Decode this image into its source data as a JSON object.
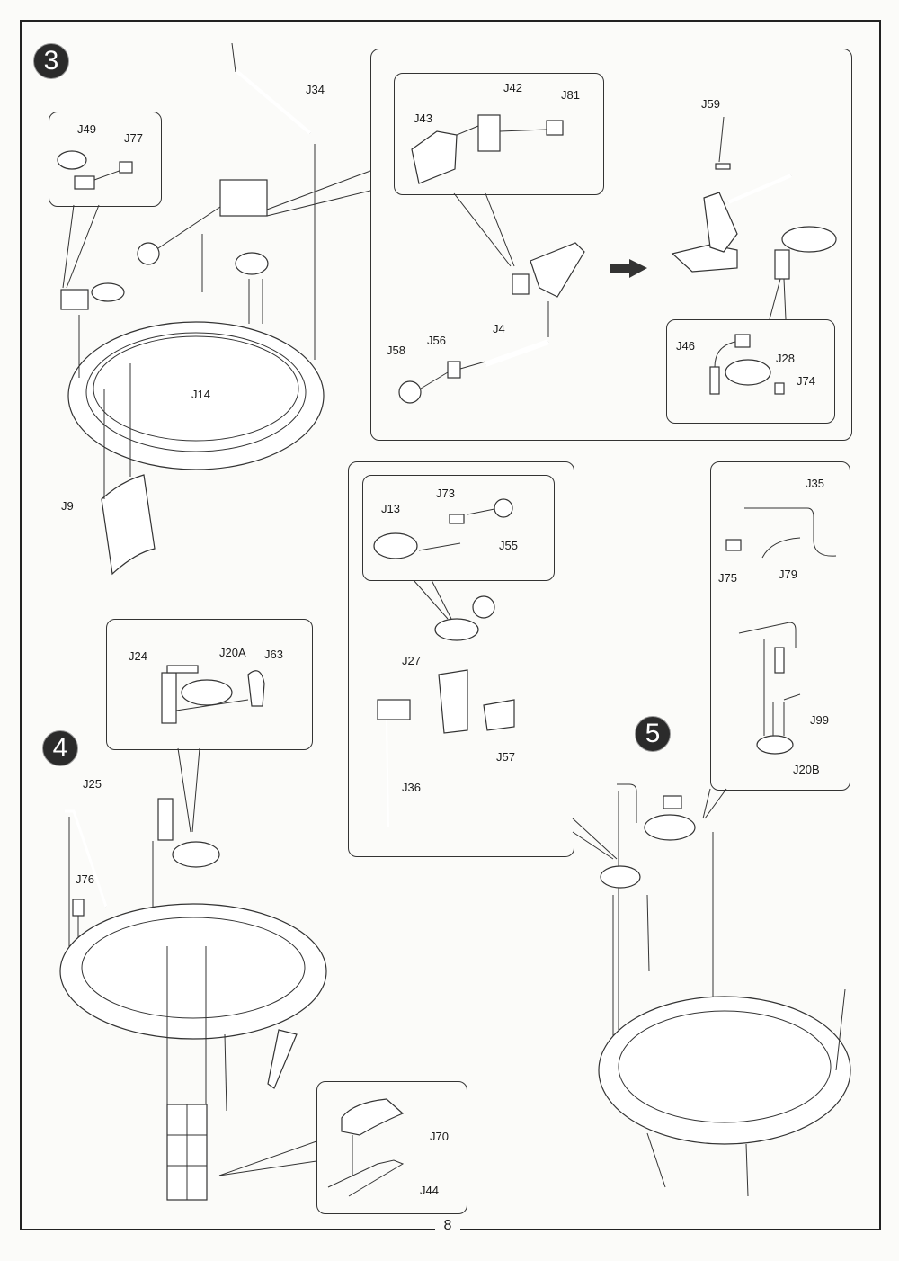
{
  "page_number": "8",
  "steps": [
    {
      "number": "3",
      "labels": [
        "J34",
        "J49",
        "J77",
        "J14",
        "J9"
      ],
      "callout_detail_top": {
        "labels": [
          "J43",
          "J42",
          "J81"
        ]
      },
      "callout_detail_gun": {
        "labels": [
          "J58",
          "J56",
          "J4"
        ]
      },
      "callout_result": {
        "labels": [
          "J59"
        ]
      },
      "callout_seat": {
        "labels": [
          "J46",
          "J28",
          "J74"
        ]
      },
      "arrow_icon": "next-step-arrow"
    },
    {
      "number": "4",
      "labels": [
        "J25",
        "J76"
      ],
      "callout_seat": {
        "labels": [
          "J24",
          "J20A",
          "J63"
        ]
      },
      "callout_basket": {
        "labels": [
          "J70",
          "J44"
        ]
      }
    },
    {
      "number": "5",
      "callout_mechanism": {
        "inner_labels": [
          "J13",
          "J73",
          "J55"
        ],
        "labels": [
          "J27",
          "J36",
          "J57"
        ]
      },
      "callout_seat": {
        "labels": [
          "J35",
          "J75",
          "J79",
          "J99",
          "J20B"
        ]
      }
    }
  ]
}
